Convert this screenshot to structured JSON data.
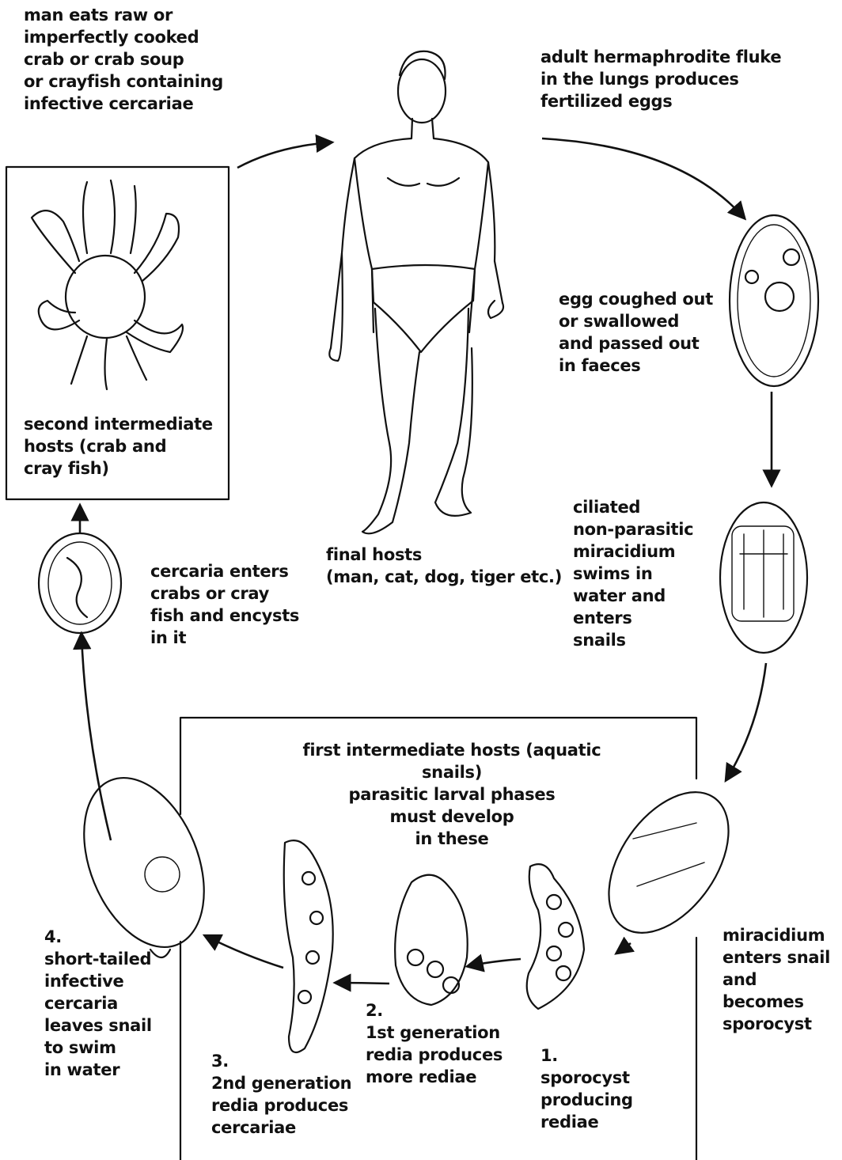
{
  "labels": {
    "man_eats": "man eats raw or\nimperfectly cooked\ncrab or crab soup\nor crayfish containing\ninfective cercariae",
    "adult_fluke": "adult hermaphrodite fluke\nin the lungs produces\nfertilized eggs",
    "egg_coughed": "egg coughed out\nor swallowed\nand passed out\nin faeces",
    "second_hosts": "second intermediate\nhosts (crab and\ncray fish)",
    "final_hosts": "final hosts\n(man, cat, dog, tiger etc.)",
    "ciliated": "ciliated\nnon-parasitic\nmiracidium\nswims in\nwater and\nenters\nsnails",
    "cercaria_enters": "cercaria enters\ncrabs or cray\nfish and encysts\nin it",
    "first_hosts": "first intermediate hosts (aquatic snails)\nparasitic larval phases\nmust develop\nin these",
    "miracidium_enters": "miracidium\nenters snail\nand becomes\nsporocyst",
    "stage4": "4.\nshort-tailed\ninfective\ncercaria\nleaves snail\nto swim\nin water",
    "stage3": "3.\n2nd generation\nredia produces\ncercariae",
    "stage2": "2.\n1st generation\nredia produces\nmore rediae",
    "stage1": "1.\nsporocyst\nproducing\nrediae"
  },
  "colors": {
    "ink": "#111111",
    "background": "#ffffff"
  }
}
